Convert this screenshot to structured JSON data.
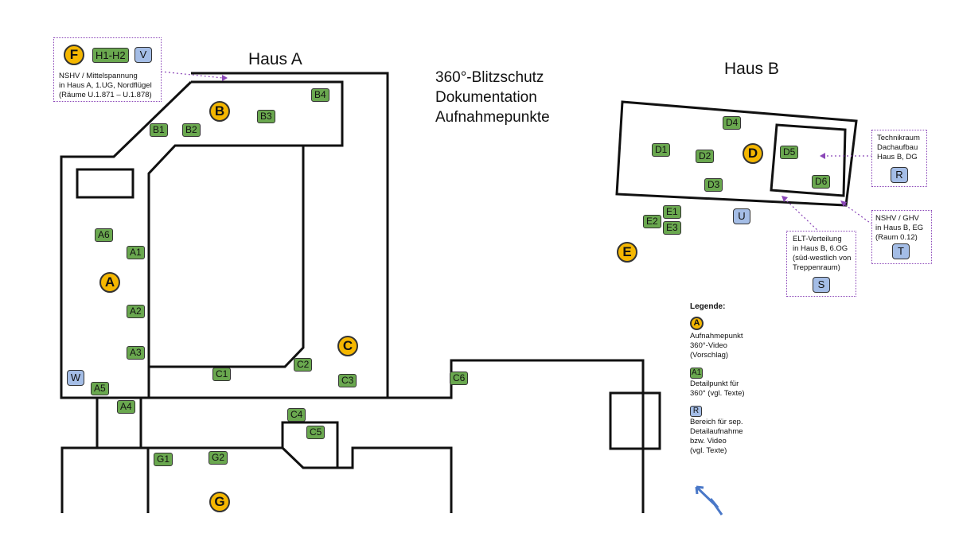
{
  "labels": {
    "haus_a": "Haus A",
    "haus_b": "Haus B",
    "title_line1": "360°-Blitzschutz",
    "title_line2": "Dokumentation",
    "title_line3": "Aufnahmepunkte"
  },
  "aufnahmepunkte": [
    "A",
    "B",
    "C",
    "D",
    "E",
    "F",
    "G"
  ],
  "detailpunkte": [
    "A1",
    "A2",
    "A3",
    "A4",
    "A5",
    "A6",
    "B1",
    "B2",
    "B3",
    "B4",
    "C1",
    "C2",
    "C3",
    "C4",
    "C5",
    "C6",
    "D1",
    "D2",
    "D3",
    "D4",
    "D5",
    "D6",
    "E1",
    "E2",
    "E3",
    "G1",
    "G2",
    "H1-H2"
  ],
  "bereiche": [
    "R",
    "S",
    "T",
    "U",
    "V",
    "W"
  ],
  "notes": {
    "f_line1": "NSHV / Mittelspannung",
    "f_line2": "in Haus A, 1.UG, Nordflügel",
    "f_line3": "(Räume U.1.871 – U.1.878)",
    "r_line1": "Technikraum",
    "r_line2": "Dachaufbau",
    "r_line3": "Haus B, DG",
    "t_line1": "NSHV / GHV",
    "t_line2": "in Haus B, EG",
    "t_line3": "(Raum 0.12)",
    "s_line1": "ELT-Verteilung",
    "s_line2": "in Haus B, 6.OG",
    "s_line3": "(süd-westlich von",
    "s_line4": "Treppenraum)"
  },
  "legend": {
    "title": "Legende:",
    "yellow_symbol": "A",
    "yellow_line1": "Aufnahmepunkt",
    "yellow_line2": "360°-Video",
    "yellow_line3": "(Vorschlag)",
    "green_symbol": "A1",
    "green_line1": "Detailpunkt für",
    "green_line2": "360° (vgl. Texte)",
    "blue_symbol": "R",
    "blue_line1": "Bereich für sep.",
    "blue_line2": "Detailaufnahme",
    "blue_line3": "bzw. Video",
    "blue_line4": "(vgl. Texte)"
  },
  "colors": {
    "aufnahmepunkt": "#f5b700",
    "detailpunkt": "#6aa84f",
    "bereich": "#a4bde6",
    "note_border": "#8b47b8",
    "north_arrow": "#4a78c8"
  },
  "icons": {
    "north": "north-arrow-icon"
  }
}
